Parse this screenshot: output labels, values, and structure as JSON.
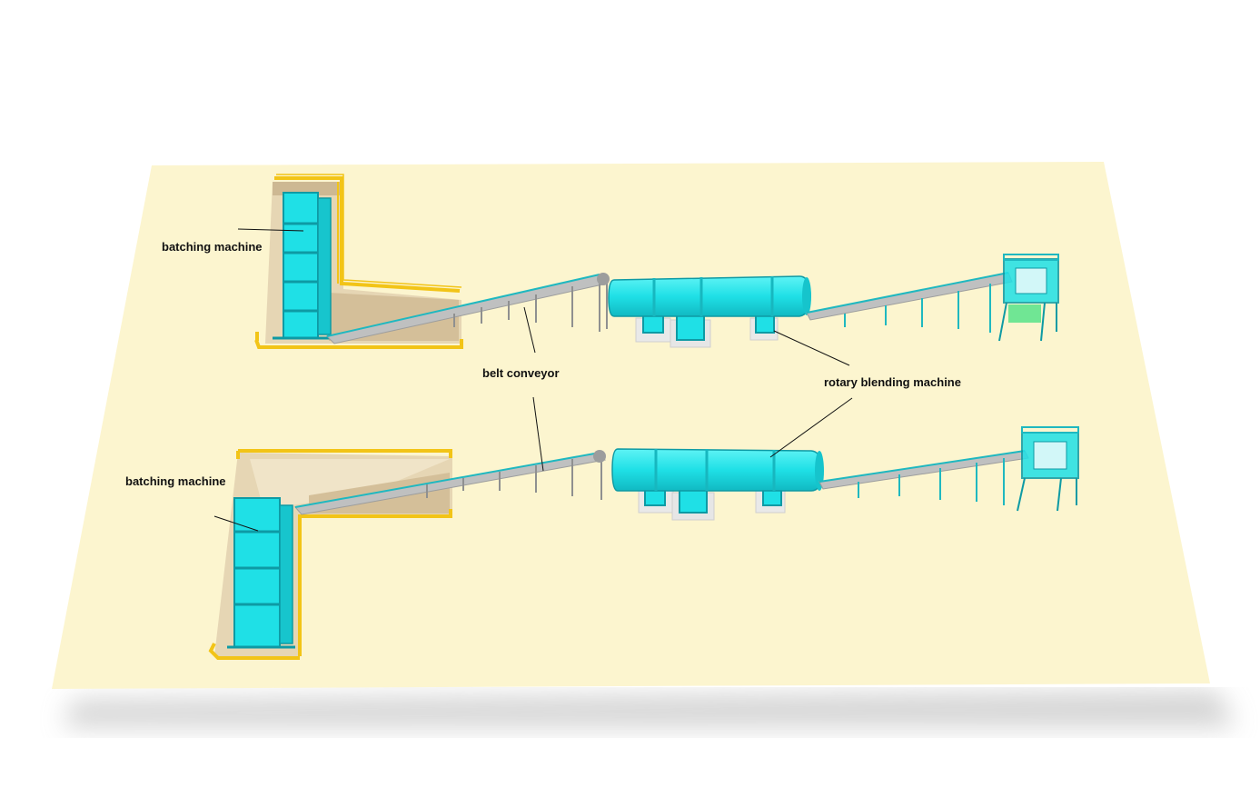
{
  "labels": {
    "batching_top": "batching machine",
    "batching_bottom": "batching machine",
    "belt_conveyor": "belt conveyor",
    "rotary_blending": "rotary blending machine"
  },
  "colors": {
    "floor": "#fcf5cf",
    "machine": "#1fe0e6",
    "machine_dark": "#0e9aa4",
    "railing": "#f2c417",
    "belt": "#bfc0c0",
    "pit": "#d9c6a4",
    "base": "#e9e9e9"
  }
}
